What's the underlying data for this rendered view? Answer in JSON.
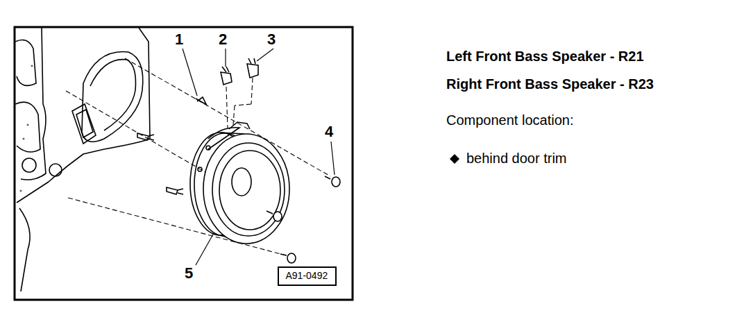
{
  "diagram": {
    "nodes": [
      {
        "text": [
          "A91-0492"
        ]
      }
    ],
    "edges": [],
    "labels": [
      "1",
      "2",
      "3",
      "4",
      "5",
      "Left Front Bass Speaker - R21",
      "Right Front Bass Speaker - R23",
      "Component location:",
      "behind door trim"
    ]
  }
}
